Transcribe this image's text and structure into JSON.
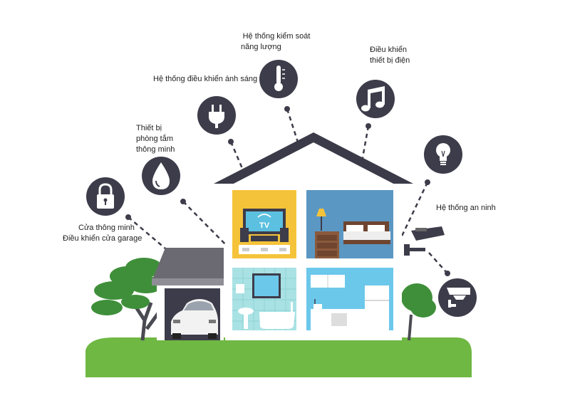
{
  "features": [
    {
      "id": "energy",
      "icon": "thermometer-icon",
      "lines": [
        "Hệ thống kiểm soát",
        "năng lượng"
      ]
    },
    {
      "id": "appliance",
      "icon": "music-note-icon",
      "lines": [
        "Điều khiển",
        "thiết bị điện"
      ]
    },
    {
      "id": "lighting",
      "icon": "plug-icon",
      "lines": [
        "Hệ thống điều khiển ánh sáng"
      ]
    },
    {
      "id": "bathroom",
      "icon": "water-drop-icon",
      "lines": [
        "Thiết bị",
        "phòng tắm",
        "thông minh"
      ]
    },
    {
      "id": "door",
      "icon": "padlock-icon",
      "lines": [
        "Cửa thông minh",
        "Điều khiển cửa garage"
      ]
    },
    {
      "id": "light-bulb",
      "icon": "light-bulb-icon",
      "lines": []
    },
    {
      "id": "security",
      "icon": "security-camera-icon",
      "lines": [
        "Hệ thống an ninh"
      ]
    }
  ],
  "tv_text": "TV",
  "colors": {
    "icon_circle": "#3d3c4a",
    "roof": "#3a3a48",
    "grass": "#6fb843",
    "living_room": "#f5c33a",
    "bedroom": "#5b97c3",
    "bathroom_tiles": "#a9e2e4",
    "kitchen": "#6cc8ea",
    "garage": "#9a9a9a",
    "tree": "#3f8f3a"
  }
}
